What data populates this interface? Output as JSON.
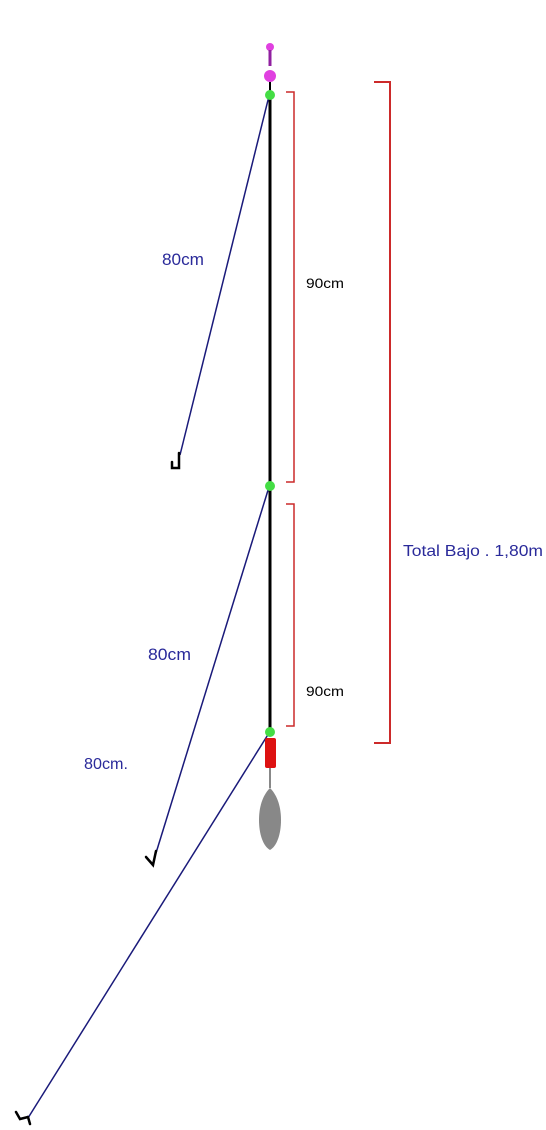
{
  "labels": {
    "leader_1": "80cm",
    "leader_2": "80cm",
    "leader_3": "80cm.",
    "segment_1": "90cm",
    "segment_2": "90cm",
    "total": "Total Bajo . 1,80m"
  },
  "colors": {
    "main_line": "#000000",
    "leader": "#1a1a7a",
    "bracket": "#cc2a2a",
    "label_blue": "#2a2a9a",
    "label_black": "#000000",
    "swivel_top": "#e040e0",
    "knot": "#44dd44",
    "sinker_clip": "#dd1111",
    "sinker": "#888888"
  },
  "icons": {
    "top": "swivel-icon",
    "knots": "knot-icon",
    "hooks": "hook-icon",
    "clip": "snap-clip-icon",
    "weight": "sinker-icon"
  }
}
